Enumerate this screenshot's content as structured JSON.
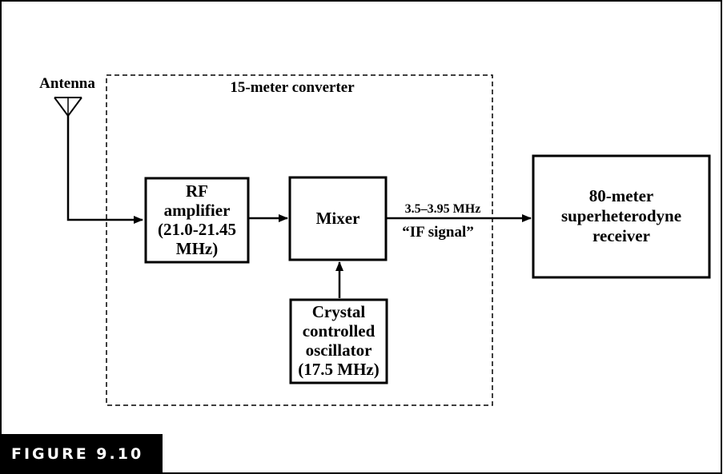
{
  "diagram": {
    "antenna_label": "Antenna",
    "converter_label": "15-meter converter",
    "rf_amplifier": [
      "RF",
      "amplifier",
      "(21.0-21.45",
      "MHz)"
    ],
    "mixer": [
      "Mixer"
    ],
    "oscillator": [
      "Crystal",
      "controlled",
      "oscillator",
      "(17.5 MHz)"
    ],
    "receiver": [
      "80-meter",
      "superheterodyne",
      "receiver"
    ],
    "signal_freq": "3.5–3.95 MHz",
    "signal_name": "“IF signal”"
  },
  "figure_label": "FIGURE 9.10"
}
